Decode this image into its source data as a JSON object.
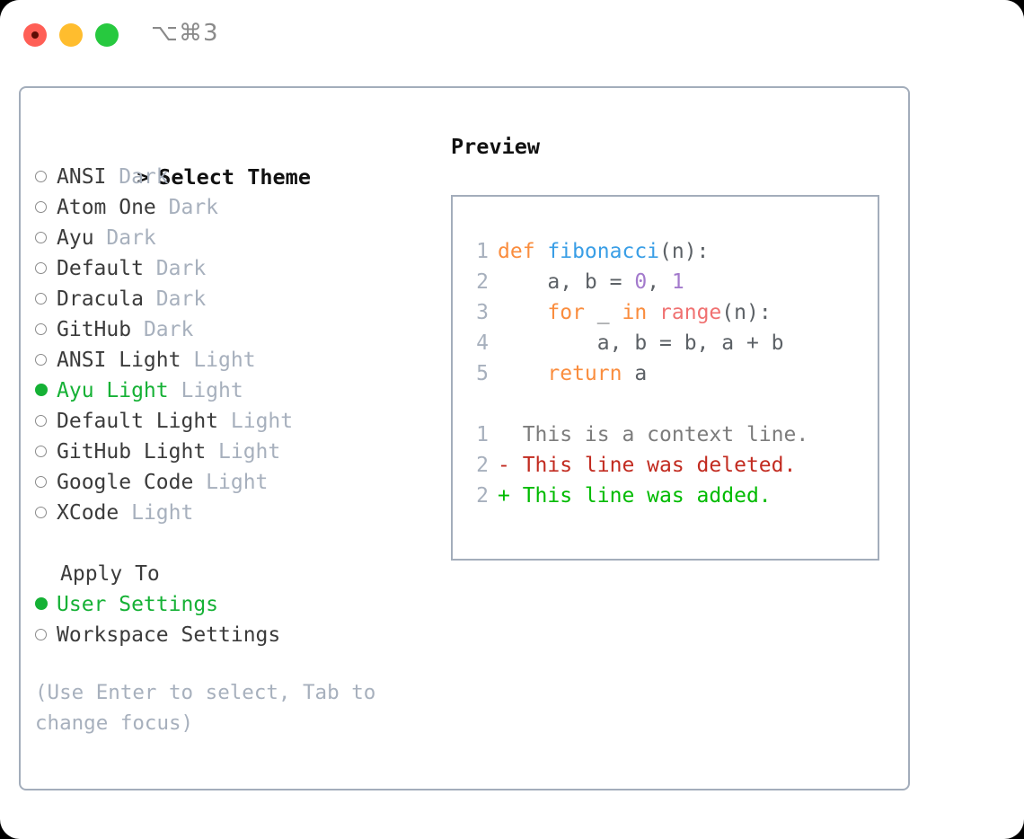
{
  "window": {
    "traffic_lights": [
      "close",
      "minimize",
      "maximize"
    ],
    "shortcut": "⌥⌘3",
    "colors": {
      "close": "#ff5f56",
      "minimize": "#ffbd2e",
      "maximize": "#27c93f",
      "panel_border": "#a3adbb",
      "accent_selected": "#15b135",
      "muted": "#a7b0bd"
    }
  },
  "theme_selector": {
    "header": "Select Theme",
    "header_prefix": ">",
    "items": [
      {
        "name": "ANSI",
        "variant": "Dark",
        "selected": false
      },
      {
        "name": "Atom One",
        "variant": "Dark",
        "selected": false
      },
      {
        "name": "Ayu",
        "variant": "Dark",
        "selected": false
      },
      {
        "name": "Default",
        "variant": "Dark",
        "selected": false
      },
      {
        "name": "Dracula",
        "variant": "Dark",
        "selected": false
      },
      {
        "name": "GitHub",
        "variant": "Dark",
        "selected": false
      },
      {
        "name": "ANSI Light",
        "variant": "Light",
        "selected": false
      },
      {
        "name": "Ayu Light",
        "variant": "Light",
        "selected": true
      },
      {
        "name": "Default Light",
        "variant": "Light",
        "selected": false
      },
      {
        "name": "GitHub Light",
        "variant": "Light",
        "selected": false
      },
      {
        "name": "Google Code",
        "variant": "Light",
        "selected": false
      },
      {
        "name": "XCode",
        "variant": "Light",
        "selected": false
      }
    ]
  },
  "apply_to": {
    "label": "Apply To",
    "options": [
      {
        "name": "User Settings",
        "selected": true
      },
      {
        "name": "Workspace Settings",
        "selected": false
      }
    ]
  },
  "hint": "(Use Enter to select, Tab to change focus)",
  "preview": {
    "title": "Preview",
    "code_lines": [
      {
        "no": "1",
        "segments": [
          {
            "t": "def ",
            "c": "kw"
          },
          {
            "t": "fibonacci",
            "c": "fn"
          },
          {
            "t": "(n):",
            "c": "pl"
          }
        ]
      },
      {
        "no": "2",
        "segments": [
          {
            "t": "    a, b = ",
            "c": "pl"
          },
          {
            "t": "0",
            "c": "num"
          },
          {
            "t": ", ",
            "c": "pl"
          },
          {
            "t": "1",
            "c": "num"
          }
        ]
      },
      {
        "no": "3",
        "segments": [
          {
            "t": "    ",
            "c": "pl"
          },
          {
            "t": "for",
            "c": "kw"
          },
          {
            "t": " _ ",
            "c": "pl"
          },
          {
            "t": "in",
            "c": "kw"
          },
          {
            "t": " ",
            "c": "pl"
          },
          {
            "t": "range",
            "c": "bi"
          },
          {
            "t": "(n):",
            "c": "pl"
          }
        ]
      },
      {
        "no": "4",
        "segments": [
          {
            "t": "        a, b = b, a + b",
            "c": "pl"
          }
        ]
      },
      {
        "no": "5",
        "segments": [
          {
            "t": "    ",
            "c": "pl"
          },
          {
            "t": "return",
            "c": "kw"
          },
          {
            "t": " a",
            "c": "pl"
          }
        ]
      }
    ],
    "diff_lines": [
      {
        "no": "1",
        "sign": " ",
        "text": " This is a context line.",
        "kind": "ctx"
      },
      {
        "no": "2",
        "sign": "-",
        "text": " This line was deleted.",
        "kind": "del"
      },
      {
        "no": "2",
        "sign": "+",
        "text": " This line was added.",
        "kind": "add"
      }
    ]
  }
}
